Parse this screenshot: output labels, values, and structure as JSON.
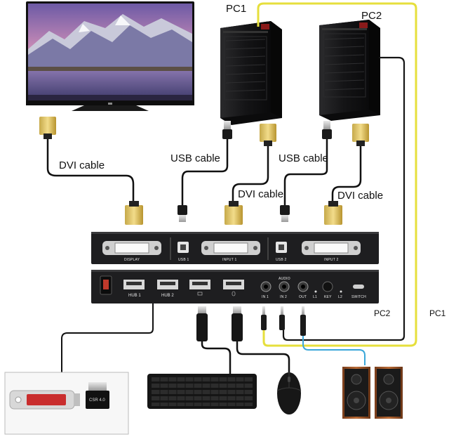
{
  "labels": {
    "pc1_top": "PC1",
    "pc2_top": "PC2",
    "pc1_side": "PC1",
    "pc2_side": "PC2",
    "dvi_cable_1": "DVI cable",
    "usb_cable_1": "USB cable",
    "dvi_cable_2": "DVI cable",
    "usb_cable_2": "USB cable",
    "dvi_cable_3": "DVI cable"
  },
  "back_panel": {
    "display": "DISPLAY",
    "usb1": "USB 1",
    "input1": "INPUT 1",
    "usb2": "USB 2",
    "input2": "INPUT 2"
  },
  "front_panel": {
    "hub1": "HUB 1",
    "hub2": "HUB 2",
    "audio": "AUDIO",
    "in1": "IN 1",
    "in2": "IN 2",
    "out": "OUT",
    "l1": "L1",
    "key": "KEY",
    "l2": "L2",
    "switch": "SWITCH"
  },
  "dongle_text": "CSR 4.0",
  "colors": {
    "pc1_cable": "#e6df3c",
    "pc2_cable": "#111111",
    "audio_cable": "#3aa7d9",
    "device_body": "#1e1e20"
  }
}
